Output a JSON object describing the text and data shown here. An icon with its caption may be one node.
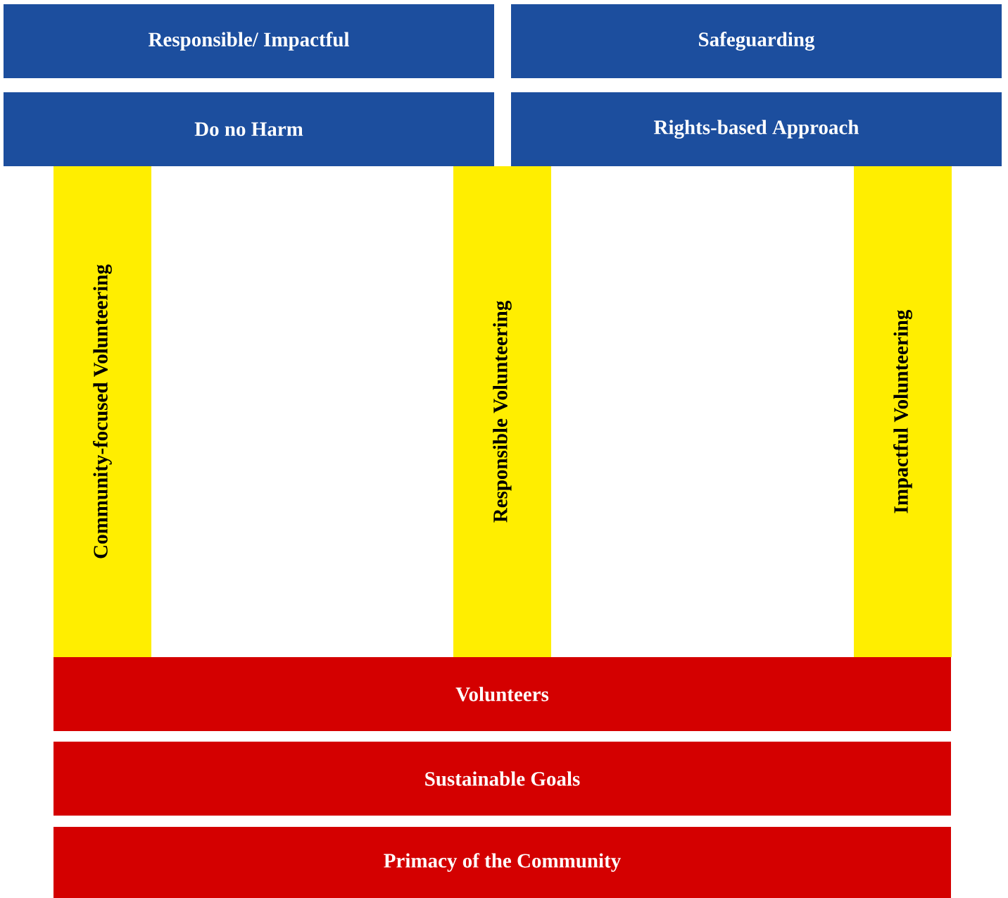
{
  "diagram": {
    "nodes": [
      {
        "text": [
          "Responsible/ Impactful"
        ]
      },
      {
        "text": [
          "Safeguarding"
        ]
      },
      {
        "text": [
          "Do no Harm"
        ]
      },
      {
        "text": [
          "Rights-based Approach"
        ]
      },
      {
        "text": [
          "Community-focused Volunteering"
        ]
      },
      {
        "text": [
          "Responsible Volunteering"
        ]
      },
      {
        "text": [
          "Impactful Volunteering"
        ]
      },
      {
        "text": [
          "Volunteers"
        ]
      },
      {
        "text": [
          "Sustainable Goals"
        ]
      },
      {
        "text": [
          "Primacy of the Community"
        ]
      }
    ]
  }
}
